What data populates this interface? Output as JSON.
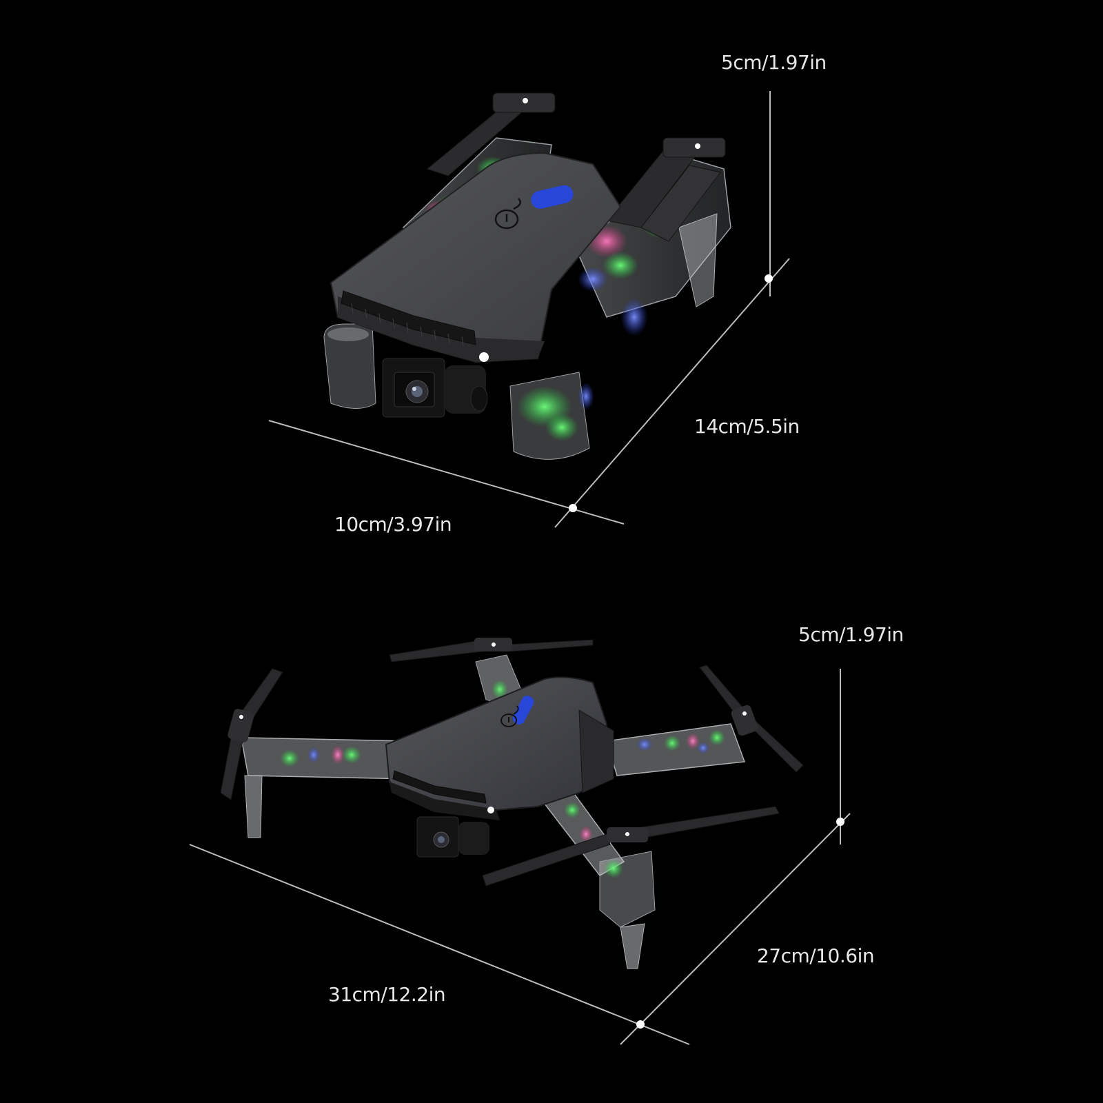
{
  "folded_drone": {
    "height_label": "5cm/1.97in",
    "depth_label": "14cm/5.5in",
    "width_label": "10cm/3.97in"
  },
  "unfolded_drone": {
    "height_label": "5cm/1.97in",
    "depth_label": "27cm/10.6in",
    "width_label": "31cm/12.2in"
  },
  "colors": {
    "background": "#000000",
    "body": "#3a3a3c",
    "body_top": "#4a4a4d",
    "status_led": "#2846d8",
    "light_green": "#3cff5a",
    "light_pink": "#ff5aa8",
    "light_blue": "#4a6bff",
    "dimension_line": "#bdbdbd",
    "label_text": "#e8e8e8"
  }
}
